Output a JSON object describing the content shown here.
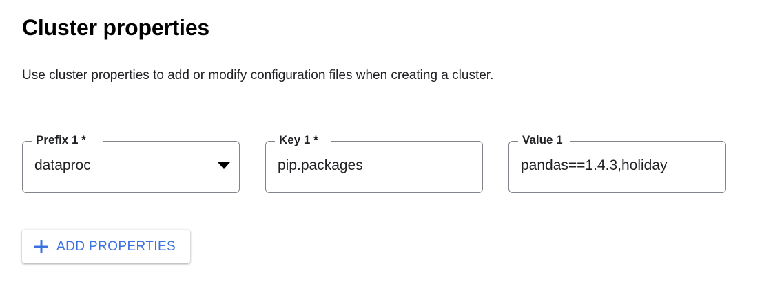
{
  "section": {
    "title": "Cluster properties",
    "description": "Use cluster properties to add or modify configuration files when creating a cluster."
  },
  "fields": [
    {
      "name": "prefix",
      "label": "Prefix 1 *",
      "value": "dataproc",
      "type": "select",
      "icon": "dropdown-arrow-icon",
      "required": true
    },
    {
      "name": "key",
      "label": "Key 1 *",
      "value": "pip.packages",
      "type": "text",
      "required": true
    },
    {
      "name": "value",
      "label": "Value 1",
      "value": "pandas==1.4.3,holiday",
      "type": "text",
      "required": false
    }
  ],
  "add_button": {
    "label": "ADD PROPERTIES",
    "icon": "plus-icon"
  },
  "colors": {
    "accent_blue": "#3b72e0",
    "text_primary": "#202124",
    "field_border": "#80868b",
    "background": "#ffffff"
  }
}
